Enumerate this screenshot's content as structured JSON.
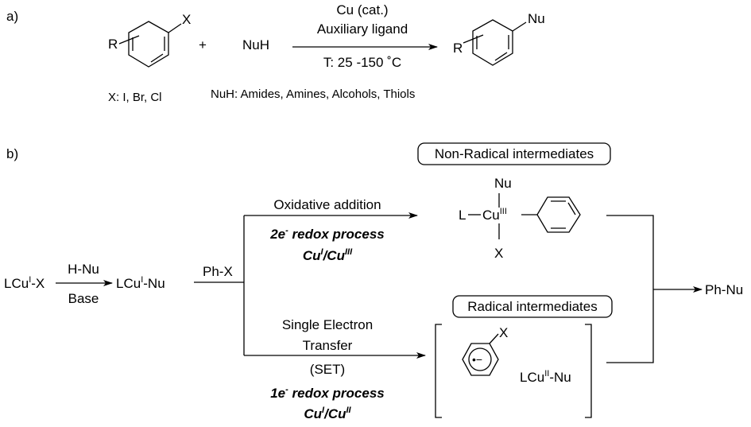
{
  "part_a": {
    "label": "a)",
    "reactant_sub_x": "X",
    "reactant_sub_r": "R",
    "plus": "+",
    "nucleophile": "NuH",
    "conditions_catalyst": "Cu (cat.)",
    "conditions_ligand": "Auxiliary ligand",
    "conditions_temp": "T: 25 -150 ˚C",
    "product_sub_nu": "Nu",
    "product_sub_r": "R",
    "x_scope": "X: I, Br, Cl",
    "nuh_scope": "NuH: Amides, Amines, Alcohols, Thiols"
  },
  "part_b": {
    "label": "b)",
    "start_main": "LCu",
    "start_sup": "I",
    "start_rest": "-X",
    "step1_top": "H-Nu",
    "step1_bottom": "Base",
    "inter_main": "LCu",
    "inter_sup": "I",
    "inter_rest": "-Nu",
    "branch_label": "Ph-X",
    "upper": {
      "path_label": "Oxidative addition",
      "process_main": "2e",
      "process_sup": "-",
      "process_rest": " redox process",
      "couple_a": "Cu",
      "couple_a_sup": "I",
      "couple_b": "/Cu",
      "couple_b_sup": "III",
      "box_title": "Non-Radical intermediates",
      "complex_nu": "Nu",
      "complex_l": "L",
      "complex_cu": "Cu",
      "complex_cu_sup": "III",
      "complex_x": "X"
    },
    "lower": {
      "path_line1": "Single Electron",
      "path_line2": "Transfer",
      "path_line3": "(SET)",
      "process_main": "1e",
      "process_sup": "-",
      "process_rest": " redox process",
      "couple_a": "Cu",
      "couple_a_sup": "I",
      "couple_b": "/Cu",
      "couple_b_sup": "II",
      "box_title": "Radical intermediates",
      "radical_x": "X",
      "radical_charge": "•−",
      "cu_species_main": "LCu",
      "cu_species_sup": "II",
      "cu_species_rest": "-Nu"
    },
    "product": "Ph-Nu"
  }
}
